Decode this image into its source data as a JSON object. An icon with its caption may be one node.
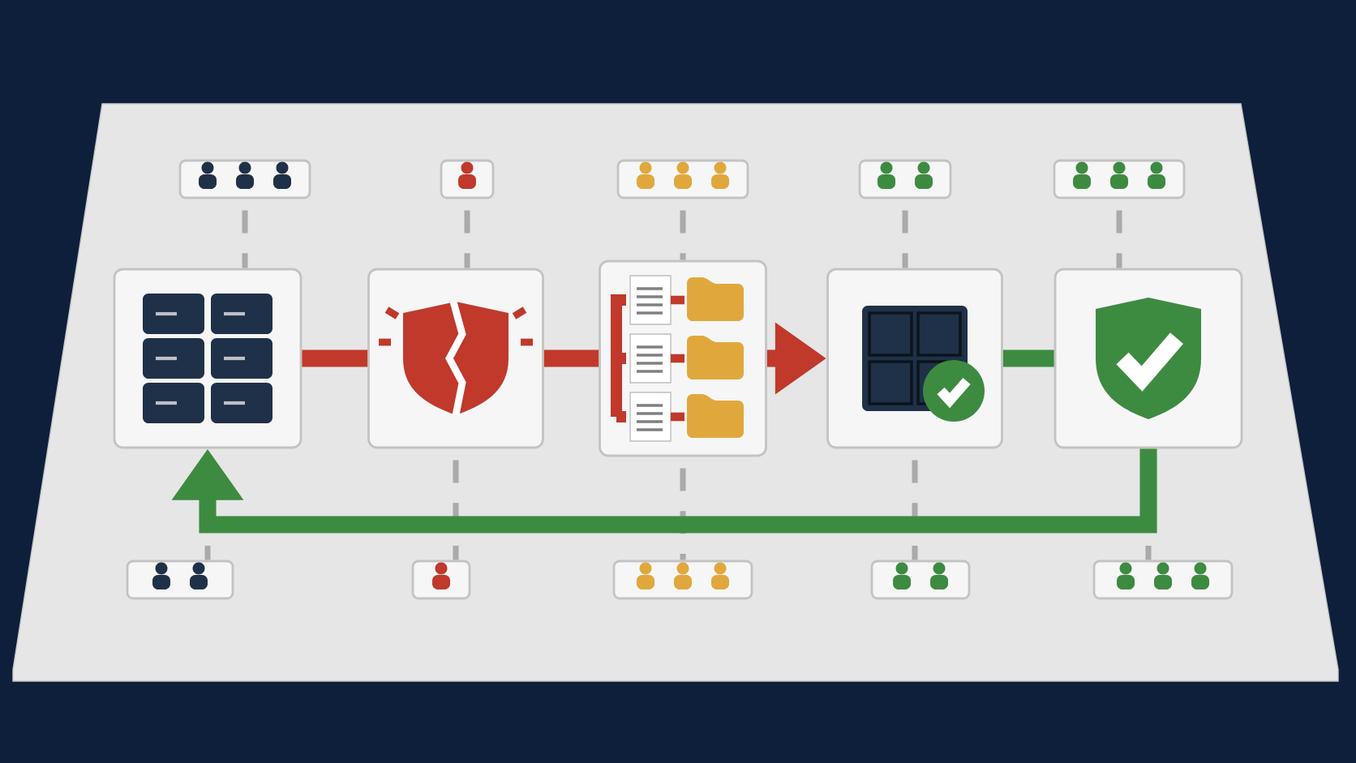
{
  "diagram": {
    "nodes": [
      {
        "text": [],
        "shape": "box"
      },
      {
        "text": [],
        "shape": "box"
      },
      {
        "text": [],
        "shape": "box"
      },
      {
        "text": [],
        "shape": "box"
      },
      {
        "text": [],
        "shape": "box"
      },
      {
        "text": [],
        "shape": "picture"
      },
      {
        "text": [],
        "shape": "picture"
      },
      {
        "text": [],
        "shape": "picture"
      },
      {
        "text": [],
        "shape": "picture"
      },
      {
        "text": [],
        "shape": "picture"
      },
      {
        "text": [],
        "shape": "box"
      },
      {
        "text": [],
        "shape": "box"
      },
      {
        "text": [],
        "shape": "box"
      },
      {
        "text": [],
        "shape": "box"
      },
      {
        "text": [],
        "shape": "box"
      }
    ],
    "edges": [
      {
        "from": 0,
        "to": 5,
        "arrow": "none",
        "style": "dashed"
      },
      {
        "from": 1,
        "to": 6,
        "arrow": "none",
        "style": "dashed"
      },
      {
        "from": 2,
        "to": 7,
        "arrow": "none",
        "style": "dashed"
      },
      {
        "from": 3,
        "to": 8,
        "arrow": "none",
        "style": "dashed"
      },
      {
        "from": 4,
        "to": 9,
        "arrow": "none",
        "style": "dashed"
      },
      {
        "from": 5,
        "to": 10,
        "arrow": "none",
        "style": "dashed"
      },
      {
        "from": 6,
        "to": 11,
        "arrow": "none",
        "style": "dashed"
      },
      {
        "from": 7,
        "to": 12,
        "arrow": "none",
        "style": "dashed"
      },
      {
        "from": 8,
        "to": 13,
        "arrow": "none",
        "style": "dashed"
      },
      {
        "from": 9,
        "to": 14,
        "arrow": "none",
        "style": "dashed"
      },
      {
        "from": 5,
        "to": 6,
        "arrow": "none",
        "style": "thick",
        "color": "#c0392b"
      },
      {
        "from": 6,
        "to": 7,
        "arrow": "none",
        "style": "thick",
        "color": "#c0392b"
      },
      {
        "from": 7,
        "to": 8,
        "arrow": "to",
        "style": "thick",
        "color": "#c0392b"
      },
      {
        "from": 8,
        "to": 9,
        "arrow": "none",
        "style": "thick",
        "color": "#3d8b40"
      },
      {
        "from": 9,
        "to": 5,
        "arrow": "to",
        "style": "thick",
        "color": "#3d8b40"
      }
    ]
  }
}
